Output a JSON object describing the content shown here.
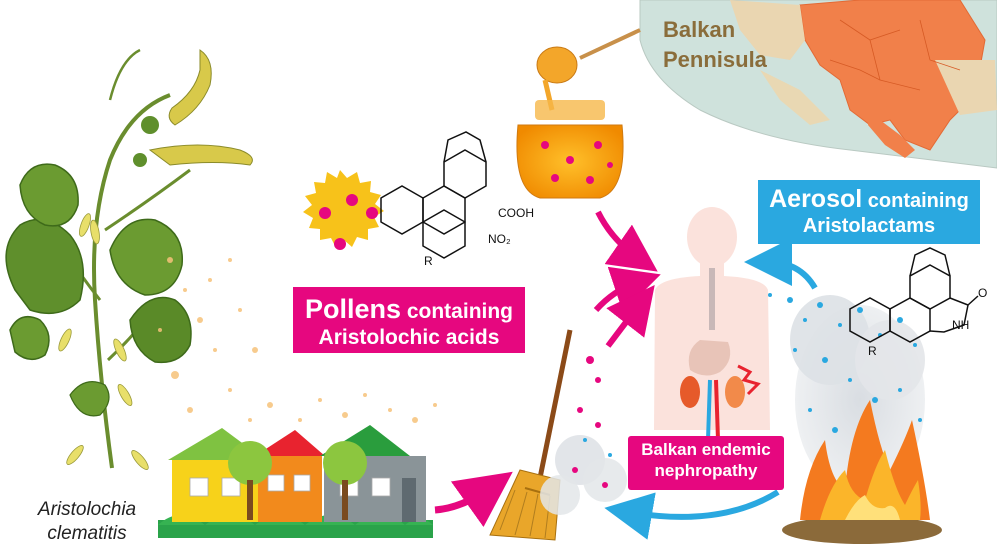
{
  "plant": {
    "name_line1": "Aristolochia",
    "name_line2": "clematitis"
  },
  "map": {
    "title_line1": "Balkan",
    "title_line2": "Pennisula"
  },
  "pollen_label": {
    "bold": "Pollens",
    "rest": " containing",
    "line2": "Aristolochic acids"
  },
  "aerosol_label": {
    "bold": "Aerosol",
    "rest": " containing",
    "line2": "Aristolactams"
  },
  "disease_label": {
    "line1": "Balkan endemic",
    "line2": "nephropathy"
  },
  "acid_structure": {
    "cooh": "COOH",
    "no2": "NO₂",
    "r": "R"
  },
  "lactam_structure": {
    "nh": "NH",
    "o": "O",
    "r": "R"
  },
  "colors": {
    "magenta": "#e6077f",
    "blue": "#2aa8e0",
    "pollen_yellow": "#f7c21a",
    "skin": "#fbe2dc"
  }
}
